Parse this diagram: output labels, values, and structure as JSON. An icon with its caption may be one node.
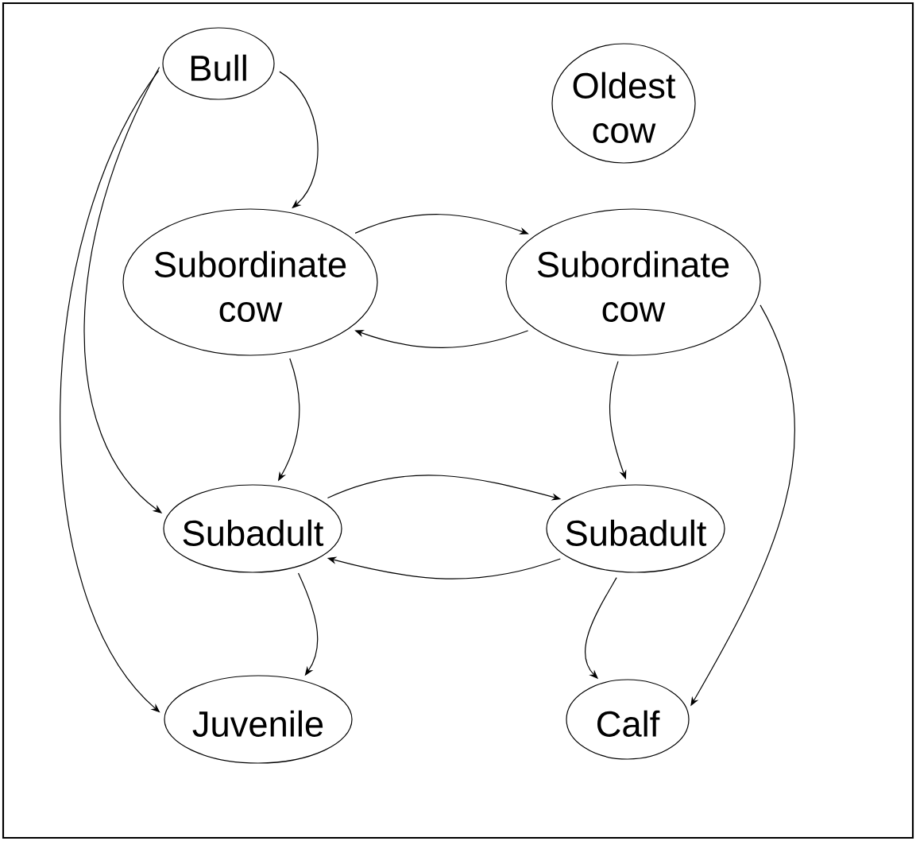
{
  "diagram": {
    "nodes": [
      {
        "text": [
          "Bull"
        ]
      },
      {
        "text": [
          "Oldest cow"
        ]
      },
      {
        "text": [
          "Subordinate cow"
        ]
      },
      {
        "text": [
          "Subordinate cow"
        ]
      },
      {
        "text": [
          "Subadult"
        ]
      },
      {
        "text": [
          "Subadult"
        ]
      },
      {
        "text": [
          "Juvenile"
        ]
      },
      {
        "text": [
          "Calf"
        ]
      }
    ],
    "edges": [
      {
        "from": 0,
        "to": 2,
        "arrow": "to"
      },
      {
        "from": 0,
        "to": 4,
        "arrow": "to"
      },
      {
        "from": 0,
        "to": 6,
        "arrow": "to"
      },
      {
        "from": 2,
        "to": 3,
        "arrow": "to"
      },
      {
        "from": 3,
        "to": 2,
        "arrow": "to"
      },
      {
        "from": 2,
        "to": 4,
        "arrow": "to"
      },
      {
        "from": 3,
        "to": 5,
        "arrow": "to"
      },
      {
        "from": 4,
        "to": 5,
        "arrow": "to"
      },
      {
        "from": 5,
        "to": 4,
        "arrow": "to"
      },
      {
        "from": 4,
        "to": 6,
        "arrow": "to"
      },
      {
        "from": 5,
        "to": 7,
        "arrow": "to"
      },
      {
        "from": 3,
        "to": 7,
        "arrow": "to"
      }
    ]
  }
}
